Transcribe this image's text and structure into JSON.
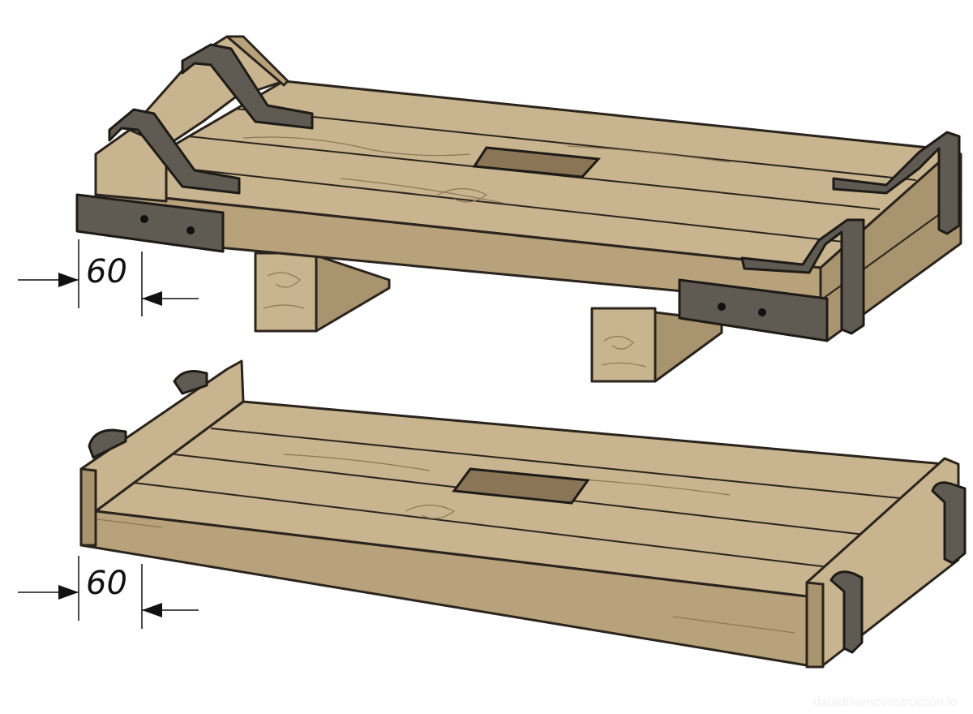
{
  "dimensions": {
    "top_pallet_width": "60",
    "bottom_tray_width": "60"
  },
  "watermark": "datadrivenconstruction.io",
  "colors": {
    "wood": "#c8b48f",
    "steel": "#5f5a52",
    "outline": "#2a241c"
  }
}
